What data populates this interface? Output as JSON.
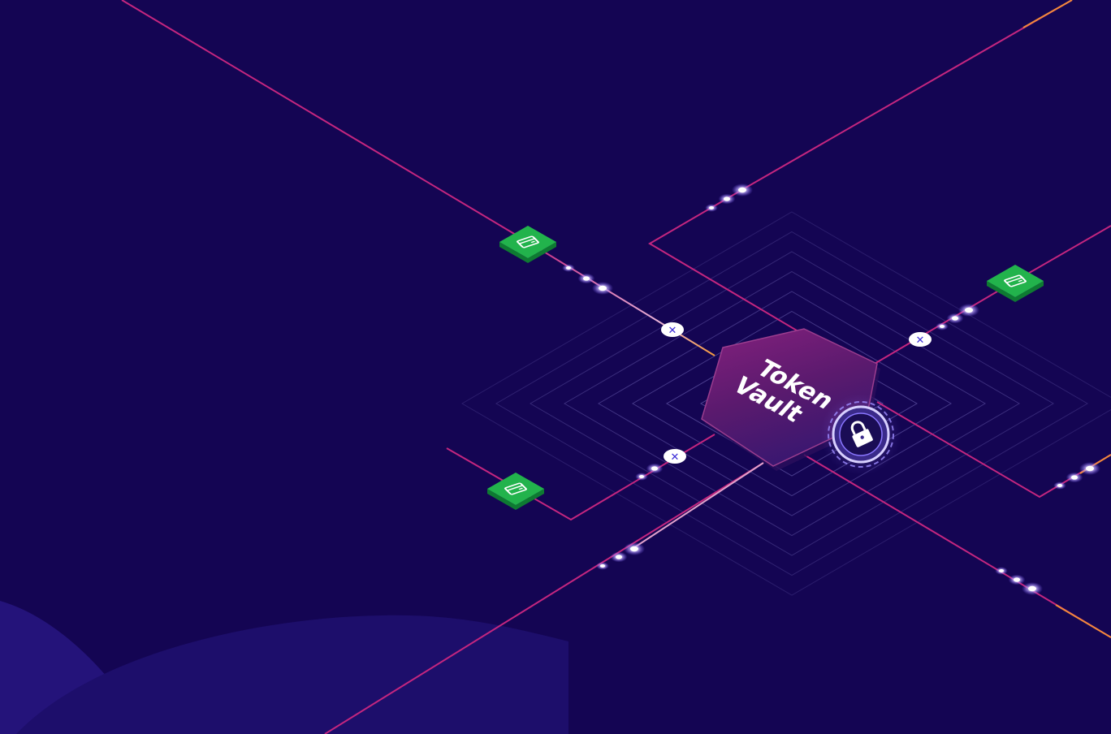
{
  "vault": {
    "line1": "Token",
    "line2": "Vault",
    "icon": "padlock-icon"
  },
  "cards": {
    "icon": "card-icon",
    "count": 3
  },
  "connectors": {
    "icon": "x-icon",
    "count": 3
  },
  "colors": {
    "background": "#140553",
    "wave": "#2a1585",
    "line_magenta": "#d12a86",
    "line_orange": "#f28a3a",
    "card_green": "#1fb04a",
    "hexagon": "#6e1b78"
  }
}
